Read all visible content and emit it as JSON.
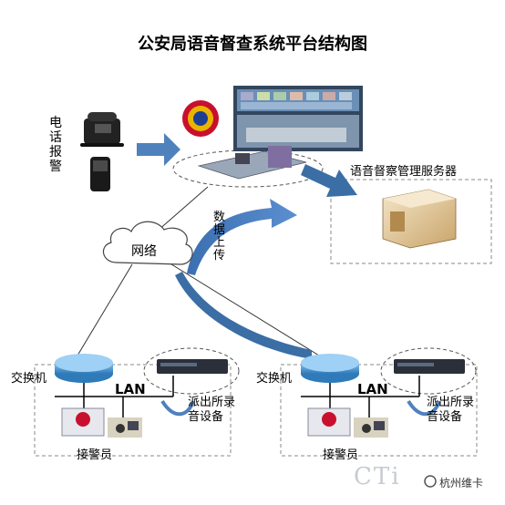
{
  "title": "公安局语音督查系统平台结构图",
  "phone_report": "电话报警",
  "server_label": "语音督察管理服务器",
  "network_label": "网络",
  "data_upload": "数据上传",
  "police_station": {
    "switch_label": "交换机",
    "lan_label": "LAN",
    "recorder_label": "派出所录音设备",
    "operator_label": "接警员"
  },
  "watermark": {
    "cti": "CTi",
    "brand": "杭州维卡"
  },
  "colors": {
    "arrow_blue": "#4f81bd",
    "arrow_dark": "#3a6ea5",
    "dash": "#777777"
  }
}
